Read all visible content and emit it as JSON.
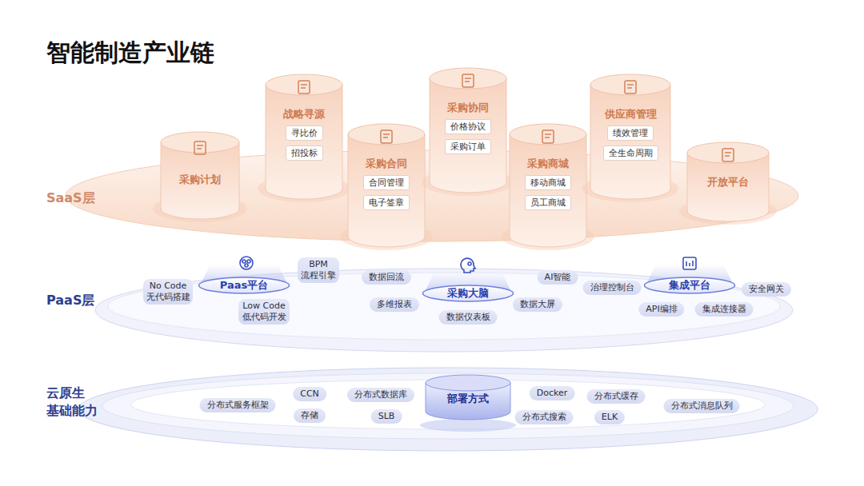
{
  "diagram": {
    "title": "智能制造产业链",
    "nodes": [
      {
        "text": [
          "采购计划"
        ]
      },
      {
        "text": [
          "战略寻源"
        ]
      },
      {
        "text": [
          "寻比价"
        ],
        "in": 1
      },
      {
        "text": [
          "招投标"
        ],
        "in": 1
      },
      {
        "text": [
          "采购合同"
        ]
      },
      {
        "text": [
          "合同管理"
        ],
        "in": 4
      },
      {
        "text": [
          "电子签章"
        ],
        "in": 4
      },
      {
        "text": [
          "采购协同"
        ]
      },
      {
        "text": [
          "价格协议"
        ],
        "in": 7
      },
      {
        "text": [
          "采购订单"
        ],
        "in": 7
      },
      {
        "text": [
          "采购商城"
        ]
      },
      {
        "text": [
          "移动商城"
        ],
        "in": 10
      },
      {
        "text": [
          "员工商城"
        ],
        "in": 10
      },
      {
        "text": [
          "供应商管理"
        ]
      },
      {
        "text": [
          "绩效管理"
        ],
        "in": 13
      },
      {
        "text": [
          "全生命周期"
        ],
        "in": 13
      },
      {
        "text": [
          "开放平台"
        ]
      },
      {
        "text": [
          "No Code 无代码搭建"
        ]
      },
      {
        "text": [
          "Paas平台"
        ]
      },
      {
        "text": [
          "BPM 流程引擎"
        ]
      },
      {
        "text": [
          "Low Code 低代码开发"
        ]
      },
      {
        "text": [
          "数据回流"
        ]
      },
      {
        "text": [
          "多维报表"
        ]
      },
      {
        "text": [
          "采购大脑"
        ]
      },
      {
        "text": [
          "数据仪表板"
        ]
      },
      {
        "text": [
          "AI智能"
        ]
      },
      {
        "text": [
          "数据大屏"
        ]
      },
      {
        "text": [
          "治理控制台"
        ]
      },
      {
        "text": [
          "集成平台"
        ]
      },
      {
        "text": [
          "安全网关"
        ]
      },
      {
        "text": [
          "API编排"
        ]
      },
      {
        "text": [
          "集成连接器"
        ]
      },
      {
        "text": [
          "分布式服务框架"
        ]
      },
      {
        "text": [
          "CCN"
        ]
      },
      {
        "text": [
          "存储"
        ]
      },
      {
        "text": [
          "分布式数据库"
        ]
      },
      {
        "text": [
          "SLB"
        ]
      },
      {
        "text": [
          "部署方式"
        ]
      },
      {
        "text": [
          "Docker"
        ]
      },
      {
        "text": [
          "分布式搜索"
        ]
      },
      {
        "text": [
          "分布式缓存"
        ]
      },
      {
        "text": [
          "ELK"
        ]
      },
      {
        "text": [
          "分布式消息队列"
        ]
      }
    ],
    "labels": [
      "SaaS层",
      "PaaS层",
      "云原生 基础能力"
    ]
  }
}
